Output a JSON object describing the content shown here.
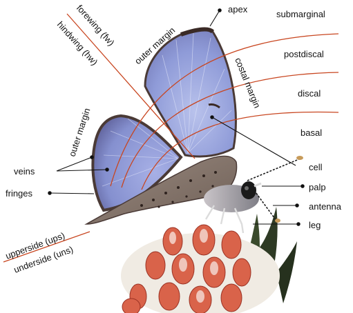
{
  "labels": {
    "apex": "apex",
    "submarginal": "submarginal",
    "postdiscal": "postdiscal",
    "discal": "discal",
    "basal": "basal",
    "cell": "cell",
    "palp": "palp",
    "antenna": "antenna",
    "leg": "leg",
    "veins": "veins",
    "fringes": "fringes",
    "forewing": "forewing (fw)",
    "hindwing": "hindwing (hw)",
    "outer_margin_fw": "outer margin",
    "outer_margin_hw": "outer margin",
    "costal_margin": "costal margin",
    "upperside": "upperside (ups)",
    "underside": "underside (uns)"
  },
  "colors": {
    "zone_line": "#c8451f",
    "pointer": "#111111",
    "wing_blue": "#8e9bd6",
    "wing_edge": "#5a4640",
    "underside_wing": "#7a6a60",
    "flower": "#d9634a"
  }
}
